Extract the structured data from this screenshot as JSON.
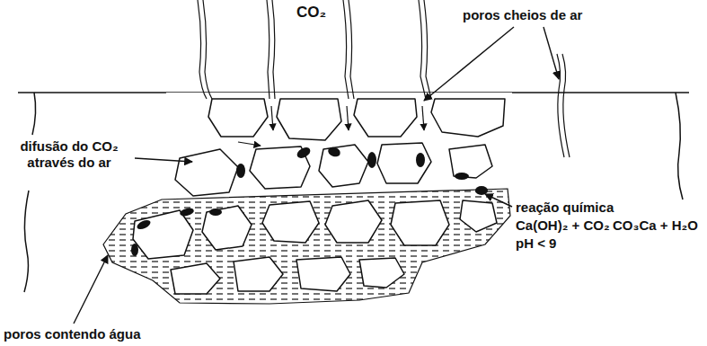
{
  "diagram": {
    "labels": [
      "CO₂",
      "poros cheios de ar",
      "difusão do CO₂ através do ar",
      "reação química",
      "Ca(OH)₂ + CO₂",
      "CO₃Ca + H₂O",
      "pH < 9",
      "poros contendo água"
    ]
  }
}
